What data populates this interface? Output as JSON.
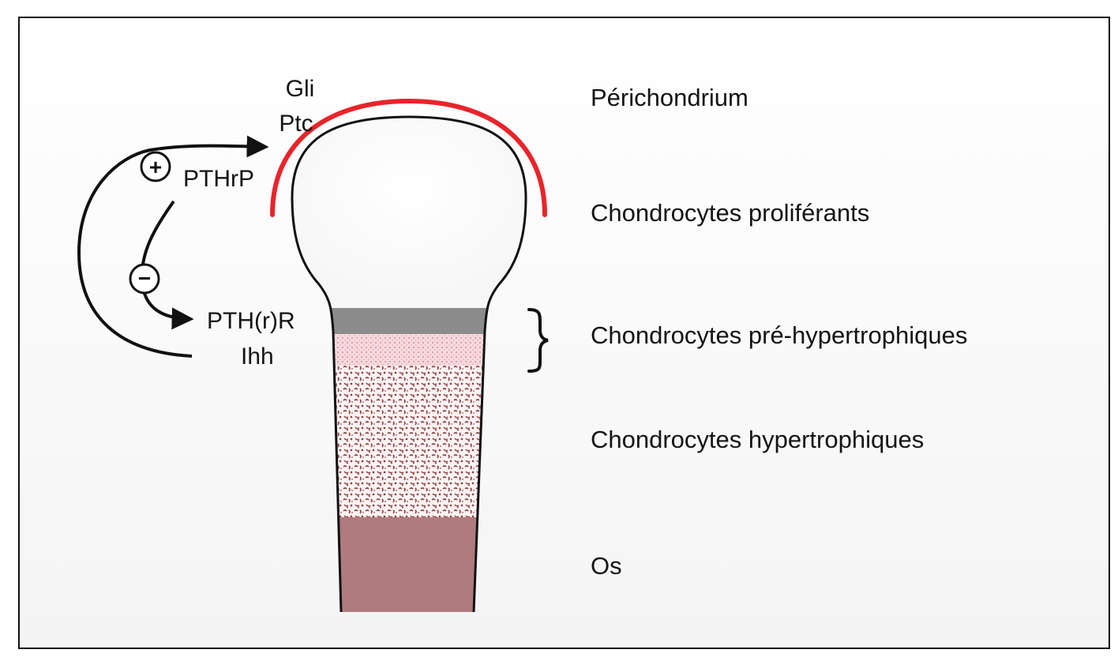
{
  "signals": {
    "gli": "Gli",
    "ptc": "Ptc",
    "pthrp": "PTHrP",
    "pthr": "PTH(r)R",
    "ihh": "Ihh",
    "plus": "+",
    "minus": "−"
  },
  "zones": {
    "perichondrium": "Périchondrium",
    "proliferating": "Chondrocytes proliférants",
    "prehypertrophic": "Chondrocytes pré-hypertrophiques",
    "hypertrophic": "Chondrocytes hypertrophiques",
    "bone": "Os"
  },
  "colors": {
    "perichondrium": "#e8242a",
    "prehypertrophic_dark": "#8c8c8c",
    "prehypertrophic_pink": "#f2c4c8",
    "hypertrophic_dots": "#8a3a3a",
    "bone": "#b07b7e",
    "outline": "#111111"
  }
}
